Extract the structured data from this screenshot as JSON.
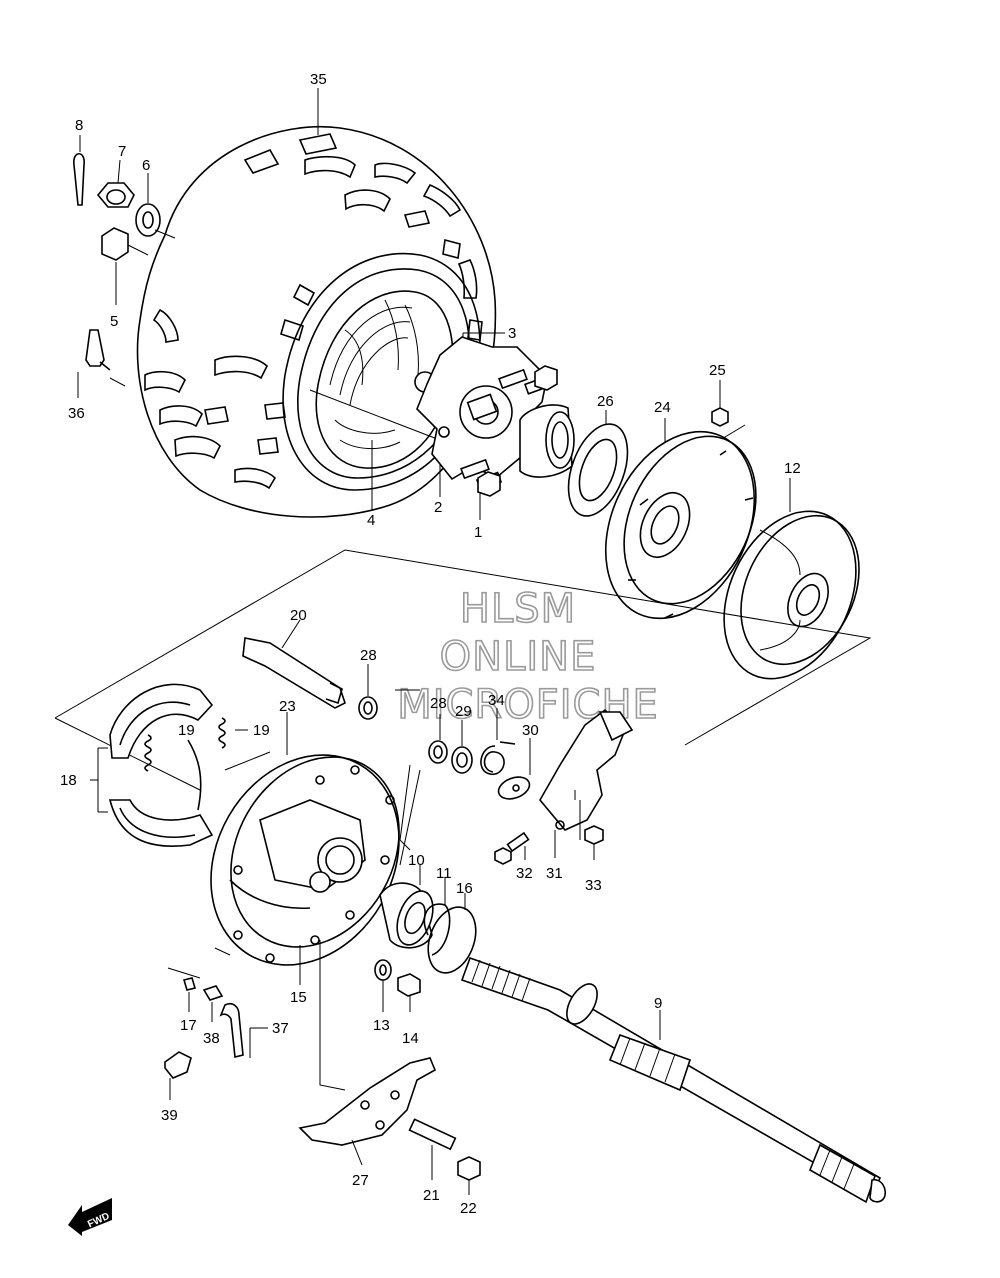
{
  "watermark": {
    "line1": "HLSM",
    "line2": "ONLINE",
    "line3": "MICROFICHE"
  },
  "fwd_label": "FWD",
  "callouts": {
    "p1": "1",
    "p2": "2",
    "p3": "3",
    "p4": "4",
    "p5": "5",
    "p6": "6",
    "p7": "7",
    "p8": "8",
    "p9": "9",
    "p10": "10",
    "p11": "11",
    "p12": "12",
    "p13": "13",
    "p14": "14",
    "p15": "15",
    "p16": "16",
    "p17": "17",
    "p18": "18",
    "p19a": "19",
    "p19b": "19",
    "p20": "20",
    "p21": "21",
    "p22": "22",
    "p23": "23",
    "p24": "24",
    "p25": "25",
    "p26": "26",
    "p27": "27",
    "p28a": "28",
    "p28b": "28",
    "p29": "29",
    "p30": "30",
    "p31": "31",
    "p32": "32",
    "p33": "33",
    "p34": "34",
    "p35": "35",
    "p36": "36",
    "p37": "37",
    "p38": "38",
    "p39": "39"
  }
}
